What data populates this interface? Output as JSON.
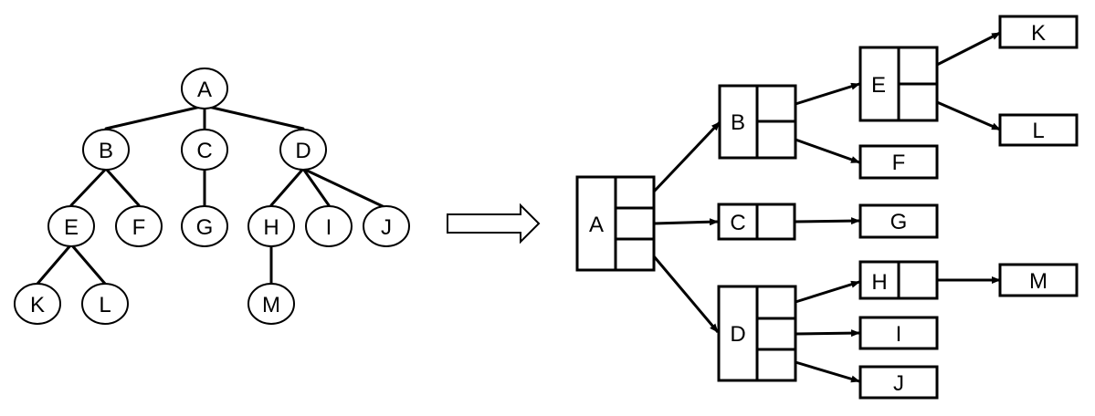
{
  "tree": {
    "nodes": {
      "A": "A",
      "B": "B",
      "C": "C",
      "D": "D",
      "E": "E",
      "F": "F",
      "G": "G",
      "H": "H",
      "I": "I",
      "J": "J",
      "K": "K",
      "L": "L",
      "M": "M"
    },
    "edges": [
      [
        "A",
        "B"
      ],
      [
        "A",
        "C"
      ],
      [
        "A",
        "D"
      ],
      [
        "B",
        "E"
      ],
      [
        "B",
        "F"
      ],
      [
        "C",
        "G"
      ],
      [
        "D",
        "H"
      ],
      [
        "D",
        "I"
      ],
      [
        "D",
        "J"
      ],
      [
        "E",
        "K"
      ],
      [
        "E",
        "L"
      ],
      [
        "H",
        "M"
      ]
    ]
  },
  "list_structure": {
    "nodes": {
      "A": "A",
      "B": "B",
      "C": "C",
      "D": "D",
      "E": "E",
      "F": "F",
      "G": "G",
      "H": "H",
      "I": "I",
      "J": "J",
      "K": "K",
      "L": "L",
      "M": "M"
    },
    "links": [
      [
        "A",
        "B"
      ],
      [
        "A",
        "C"
      ],
      [
        "A",
        "D"
      ],
      [
        "B",
        "E"
      ],
      [
        "B",
        "F"
      ],
      [
        "C",
        "G"
      ],
      [
        "D",
        "H"
      ],
      [
        "D",
        "I"
      ],
      [
        "D",
        "J"
      ],
      [
        "E",
        "K"
      ],
      [
        "E",
        "L"
      ],
      [
        "H",
        "M"
      ]
    ]
  }
}
